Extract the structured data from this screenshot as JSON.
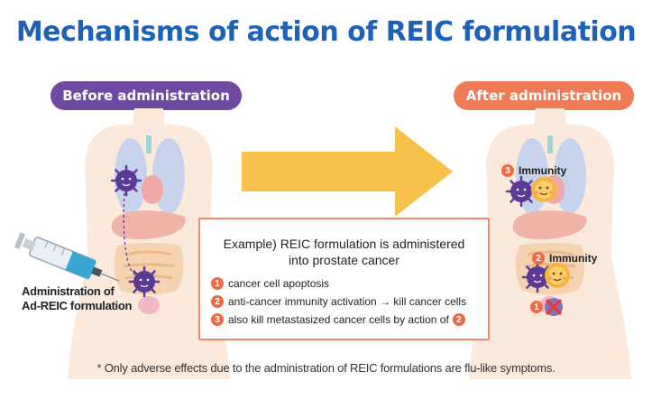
{
  "title": "Mechanisms of action of REIC formulation",
  "before_label": "Before administration",
  "after_label": "After administration",
  "administration_label_line1": "Administration of",
  "administration_label_line2": "Ad-REIC formulation",
  "example": {
    "title_line1": "Example) REIC formulation is administered",
    "title_line2": "into prostate cancer",
    "items": [
      {
        "num": "1",
        "text": "cancer cell apoptosis"
      },
      {
        "num": "2",
        "text": "anti-cancer immunity activation → kill cancer cells"
      },
      {
        "num": "3",
        "text": "also kill metastasized cancer cells by action of",
        "ref": "2"
      }
    ]
  },
  "after_markers": {
    "upper": {
      "num": "3",
      "label": "Immunity"
    },
    "lower": {
      "num": "2",
      "label": "Immunity"
    },
    "bottom": {
      "num": "1"
    }
  },
  "footnote": "* Only adverse effects due to the administration of REIC formulations are flu-like symptoms.",
  "colors": {
    "title": "#1e62b8",
    "before_pill": "#6e4aa0",
    "after_pill": "#f07a55",
    "arrow": "#f6c24b",
    "box_border": "#f08a6a",
    "number_badge": "#ee6a44",
    "cancer_cell": "#5b3a96",
    "immune_cell": "#f4b63a",
    "skin": "#fbe9dc"
  },
  "icons": [
    "torso-figure",
    "lungs-icon",
    "liver-icon",
    "intestine-icon",
    "cancer-cell-icon",
    "immune-cell-icon",
    "syringe-icon",
    "big-arrow-icon",
    "dead-cancer-cell-icon"
  ]
}
